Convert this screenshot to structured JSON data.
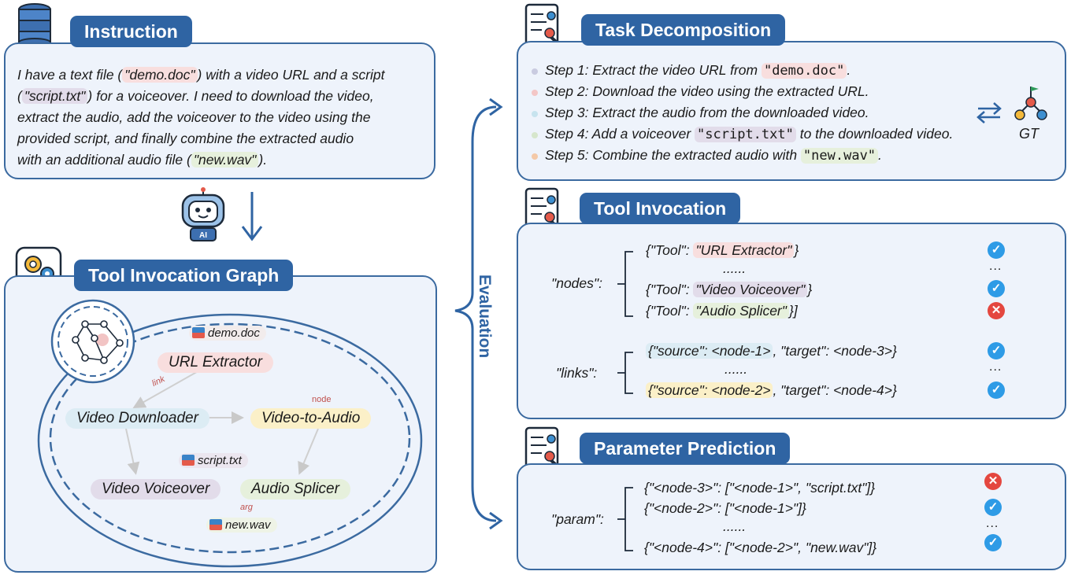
{
  "instruction": {
    "title": "Instruction",
    "line1_pre": "I have a text file (",
    "file_doc": "\"demo.doc\"",
    "line1_post": ") with a video URL and a script",
    "line2_pre": "(",
    "file_script": "\"script.txt\"",
    "line2_post": ") for a voiceover. I need to download the video,",
    "line3": "extract the audio, add the voiceover to the video using the",
    "line4": "provided script, and finally combine the extracted audio",
    "line5_pre": "with an additional audio file (",
    "file_wav": "\"new.wav\"",
    "line5_post": ")."
  },
  "graph": {
    "title": "Tool Invocation Graph",
    "nodes": [
      "URL Extractor",
      "Video Downloader",
      "Video-to-Audio",
      "Video Voiceover",
      "Audio Splicer"
    ],
    "files": [
      "demo.doc",
      "script.txt",
      "new.wav"
    ],
    "labels": {
      "link": "link",
      "node": "node",
      "arg": "arg"
    }
  },
  "evaluation_label": "Evaluation",
  "task": {
    "title": "Task Decomposition",
    "steps": [
      {
        "pre": "Step 1: Extract the video URL from ",
        "hl": "\"demo.doc\"",
        "post": "."
      },
      {
        "pre": "Step 2: Download the video using the extracted URL.",
        "hl": "",
        "post": ""
      },
      {
        "pre": "Step 3: Extract the audio from the downloaded video.",
        "hl": "",
        "post": ""
      },
      {
        "pre": "Step 4: Add a voiceover ",
        "hl": "\"script.txt\"",
        "post": " to the downloaded video."
      },
      {
        "pre": "Step 5: Combine the extracted audio with ",
        "hl": "\"new.wav\"",
        "post": "."
      }
    ],
    "dot_colors": [
      "#c9cbe0",
      "#f3c6c6",
      "#c7e3ee",
      "#d6e6cc",
      "#f4c9a8"
    ],
    "gt_label": "GT"
  },
  "tool": {
    "title": "Tool Invocation",
    "nodes_key": "\"nodes\":",
    "links_key": "\"links\":",
    "node_rows": [
      {
        "open": "{\"Tool\": ",
        "val": "\"URL Extractor\"",
        "close": "}"
      },
      {
        "open": "",
        "val": "......",
        "close": ""
      },
      {
        "open": "{\"Tool\": ",
        "val": "\"Video Voiceover\"",
        "close": "}"
      },
      {
        "open": "{\"Tool\": ",
        "val": "\"Audio Splicer\"",
        "close": "}]"
      }
    ],
    "link_rows": [
      {
        "pre": "{\"source\": <node-1>",
        "post": ", \"target\": <node-3>}"
      },
      {
        "pre": "......",
        "post": ""
      },
      {
        "pre": "{\"source\": <node-2>",
        "post": ", \"target\": <node-4>}"
      }
    ],
    "ellipsis_mark": "..."
  },
  "param": {
    "title": "Parameter Prediction",
    "key": "\"param\":",
    "rows": [
      "{\"<node-3>\": [\"<node-1>\", \"script.txt\"]}",
      "{\"<node-2>\": [\"<node-1>\"]}",
      "......",
      "{\"<node-4>\": [\"<node-2>\", \"new.wav\"]}"
    ],
    "ellipsis_mark": "..."
  },
  "colors": {
    "panel_border": "#3b6aa0",
    "pill": "#2f64a3",
    "check": "#2e9be6",
    "cross": "#e4473f"
  }
}
